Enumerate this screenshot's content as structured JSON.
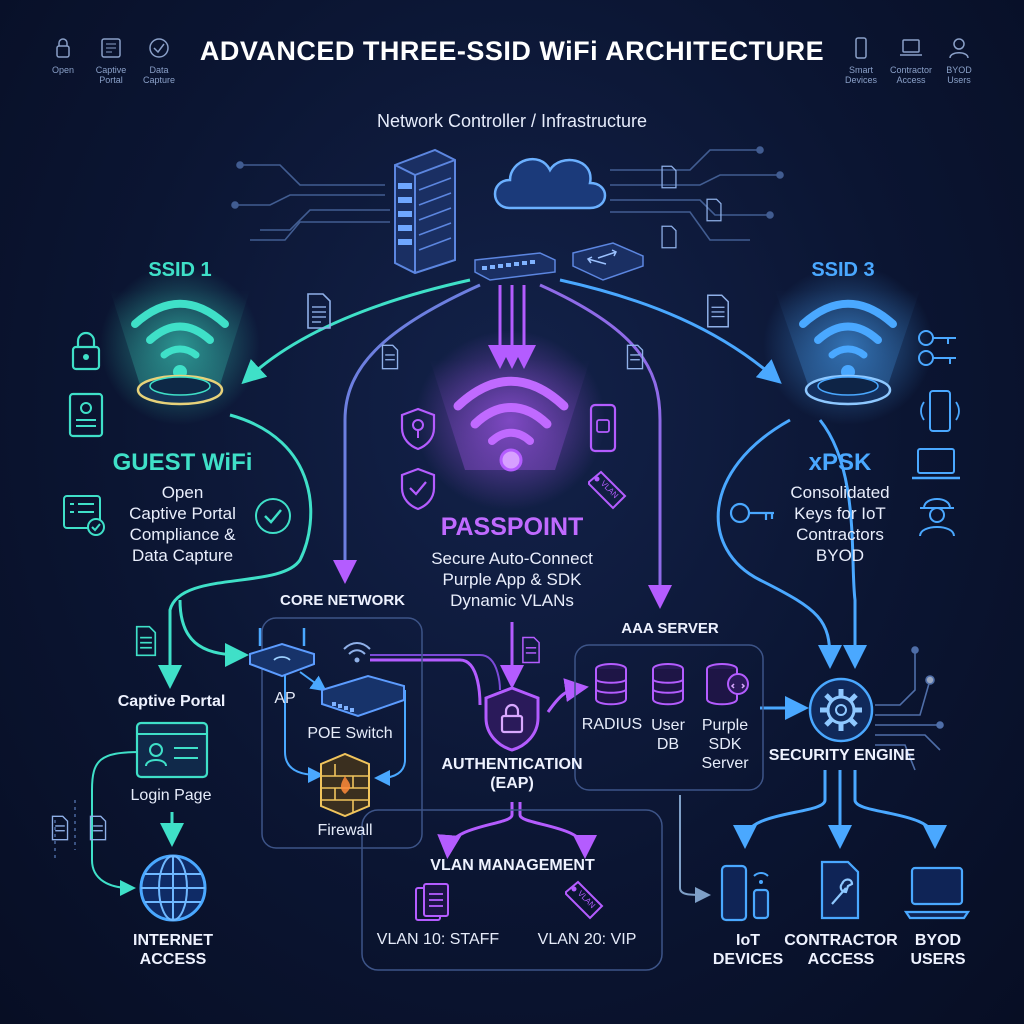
{
  "title": "ADVANCED THREE-SSID WiFi ARCHITECTURE",
  "subtitle": "Network Controller / Infrastructure",
  "legend_left": [
    {
      "label": "Open",
      "icon": "lock-icon"
    },
    {
      "label": "Captive Portal",
      "icon": "portal-icon"
    },
    {
      "label": "Data Capture",
      "icon": "check-icon"
    }
  ],
  "legend_right": [
    {
      "label": "Smart Devices",
      "icon": "phone-icon"
    },
    {
      "label": "Contractor Access",
      "icon": "laptop-icon"
    },
    {
      "label": "BYOD Users",
      "icon": "user-icon"
    }
  ],
  "ssid1": {
    "label": "SSID 1",
    "name": "GUEST WiFi",
    "lines": [
      "Open",
      "Captive Portal",
      "Compliance &",
      "Data Capture"
    ],
    "color": "#3fe0c8"
  },
  "ssid2": {
    "name": "PASSPOINT",
    "lines": [
      "Secure Auto-Connect",
      "Purple App & SDK",
      "Dynamic VLANs"
    ],
    "color": "#b45cff"
  },
  "ssid3": {
    "label": "SSID 3",
    "name": "xPSK",
    "lines": [
      "Consolidated",
      "Keys for IoT",
      "Contractors",
      "BYOD"
    ],
    "color": "#4aa8ff"
  },
  "core_network": {
    "title": "CORE NETWORK",
    "ap": "AP",
    "poe_switch": "POE Switch",
    "firewall": "Firewall"
  },
  "captive_portal": {
    "title": "Captive Portal",
    "login_page": "Login Page"
  },
  "internet_access": [
    "INTERNET",
    "ACCESS"
  ],
  "authentication": [
    "AUTHENTICATION",
    "(EAP)"
  ],
  "aaa_server": {
    "title": "AAA SERVER",
    "radius": "RADIUS",
    "user_db": [
      "User",
      "DB"
    ],
    "purple_sdk": [
      "Purple",
      "SDK",
      "Server"
    ]
  },
  "security_engine": "SECURITY ENGINE",
  "vlan_management": {
    "title": "VLAN MANAGEMENT",
    "vlan10": "VLAN 10: STAFF",
    "vlan20": "VLAN 20: VIP"
  },
  "endpoints": {
    "iot": [
      "IoT",
      "DEVICES"
    ],
    "contractor": [
      "CONTRACTOR",
      "ACCESS"
    ],
    "byod": [
      "BYOD",
      "USERS"
    ]
  },
  "badge_vlan": "VLAN"
}
